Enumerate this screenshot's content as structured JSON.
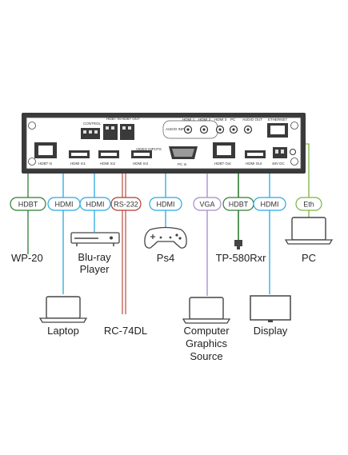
{
  "colors": {
    "hdbt": "#2e7d32",
    "hdmi": "#29a8e0",
    "rs232": "#b03a2e",
    "vga": "#a58ac9",
    "eth": "#7cb342",
    "device": "#444444"
  },
  "panel": {
    "control_label": "CONTROL",
    "hdbt_in_label": "HDBT IN",
    "hdbt_out_label": "HDBT OUT",
    "audio_inputs_label": "AUDIO INPUTS",
    "video_inputs_label": "VIDEO INPUTS",
    "hdmi1_label": "HDMI 1",
    "hdmi2_label": "HDMI 2",
    "hdmi3_label": "HDMI 3",
    "pc_label": "PC",
    "audio_out_label": "AUDIO OUT",
    "ethernet_label": "ETHERNET",
    "port_hdbt_in": "HDBT In",
    "port_hdmi_in1": "HDMI In1",
    "port_hdmi_in2": "HDMI In2",
    "port_hdmi_in3": "HDMI In3",
    "port_pc_in": "PC In",
    "port_hdbt_out": "HDBT Out",
    "port_hdmi_out": "HDMI Out",
    "power_label": "48V DC"
  },
  "connectors": {
    "hdbt_in": "HDBT",
    "hdmi_in1": "HDMI",
    "hdmi_in2": "HDMI",
    "rs232": "RS-232",
    "hdmi_in3": "HDMI",
    "vga": "VGA",
    "hdbt_out": "HDBT",
    "hdmi_out": "HDMI",
    "eth": "Eth"
  },
  "devices": {
    "wp20": "WP-20",
    "bluray_line1": "Blu-ray",
    "bluray_line2": "Player",
    "ps4": "Ps4",
    "tp580": "TP-580Rxr",
    "pc": "PC",
    "laptop": "Laptop",
    "rc74dl": "RC-74DL",
    "cgs_line1": "Computer",
    "cgs_line2": "Graphics",
    "cgs_line3": "Source",
    "display": "Display"
  }
}
